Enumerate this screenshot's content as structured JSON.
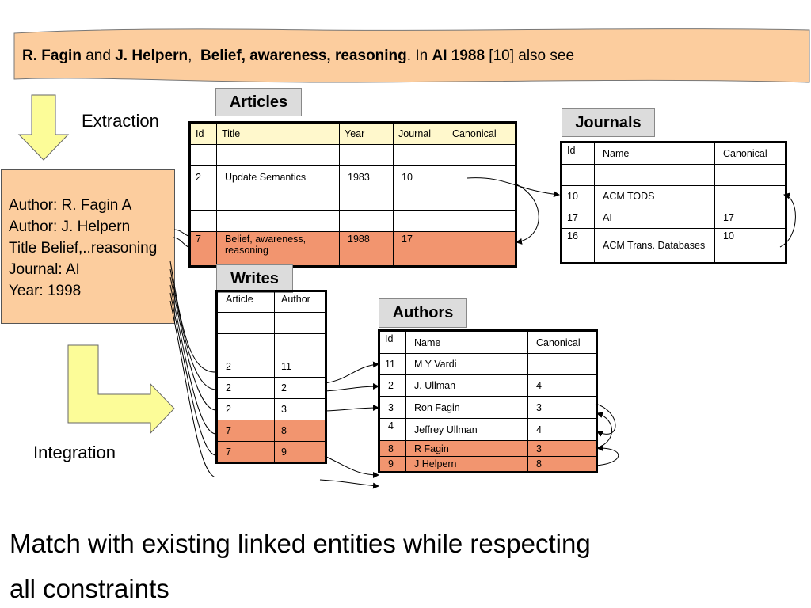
{
  "banner": {
    "author1": "R. Fagin",
    "and": "and",
    "author2": "J. Helpern",
    "comma": ",",
    "title": "Belief, awareness, reasoning",
    "period_in": ". In",
    "venue": "AI 1988",
    "rest": "[10] also see"
  },
  "labels": {
    "extraction": "Extraction",
    "integration": "Integration"
  },
  "extracted_record": [
    "Author:   R. Fagin   A",
    "Author:   J. Helpern",
    "Title Belief,..reasoning",
    "Journal:        AI",
    "Year:   1998"
  ],
  "articles": {
    "title": "Articles",
    "headers": [
      "Id",
      "Title",
      "Year",
      "Journal",
      "Canonical"
    ],
    "rows": [
      [
        "",
        "",
        "",
        "",
        ""
      ],
      [
        "2",
        "Update Semantics",
        "1983",
        "10",
        ""
      ],
      [
        "",
        "",
        "",
        "",
        ""
      ],
      [
        "",
        "",
        "",
        "",
        ""
      ],
      [
        "7",
        "Belief, awareness, reasoning",
        "1988",
        "17",
        ""
      ]
    ],
    "highlight_row": 4
  },
  "journals": {
    "title": "Journals",
    "headers": [
      "Id",
      "Name",
      "Canonical"
    ],
    "rows": [
      [
        "",
        "",
        ""
      ],
      [
        "10",
        "ACM TODS",
        ""
      ],
      [
        "17",
        "AI",
        "17"
      ],
      [
        "16",
        "ACM Trans. Databases",
        "10"
      ]
    ]
  },
  "writes": {
    "title": "Writes",
    "headers": [
      "Article",
      "Author"
    ],
    "rows": [
      [
        "",
        ""
      ],
      [
        "",
        ""
      ],
      [
        "2",
        "11"
      ],
      [
        "2",
        "2"
      ],
      [
        "2",
        "3"
      ],
      [
        "7",
        "8"
      ],
      [
        "7",
        "9"
      ]
    ],
    "highlight_rows": [
      5,
      6
    ]
  },
  "authors": {
    "title": "Authors",
    "headers": [
      "Id",
      "Name",
      "Canonical"
    ],
    "rows": [
      [
        "11",
        "M Y Vardi",
        ""
      ],
      [
        "2",
        "J. Ullman",
        "4"
      ],
      [
        "3",
        "Ron Fagin",
        "3"
      ],
      [
        "4",
        "Jeffrey Ullman",
        "4"
      ],
      [
        "8",
        "R Fagin",
        "3"
      ],
      [
        "9",
        "J Helpern",
        "8"
      ]
    ],
    "highlight_rows": [
      4,
      5
    ]
  },
  "caption": {
    "line1": "Match with existing linked entities while respecting",
    "line2": "all constraints"
  },
  "colors": {
    "banner_fill": "#fccd9e",
    "highlight": "#f2956f",
    "arrow_fill": "#fcfc98",
    "label_box": "#dcdcdc",
    "header_yellow": "#fff8cc"
  }
}
